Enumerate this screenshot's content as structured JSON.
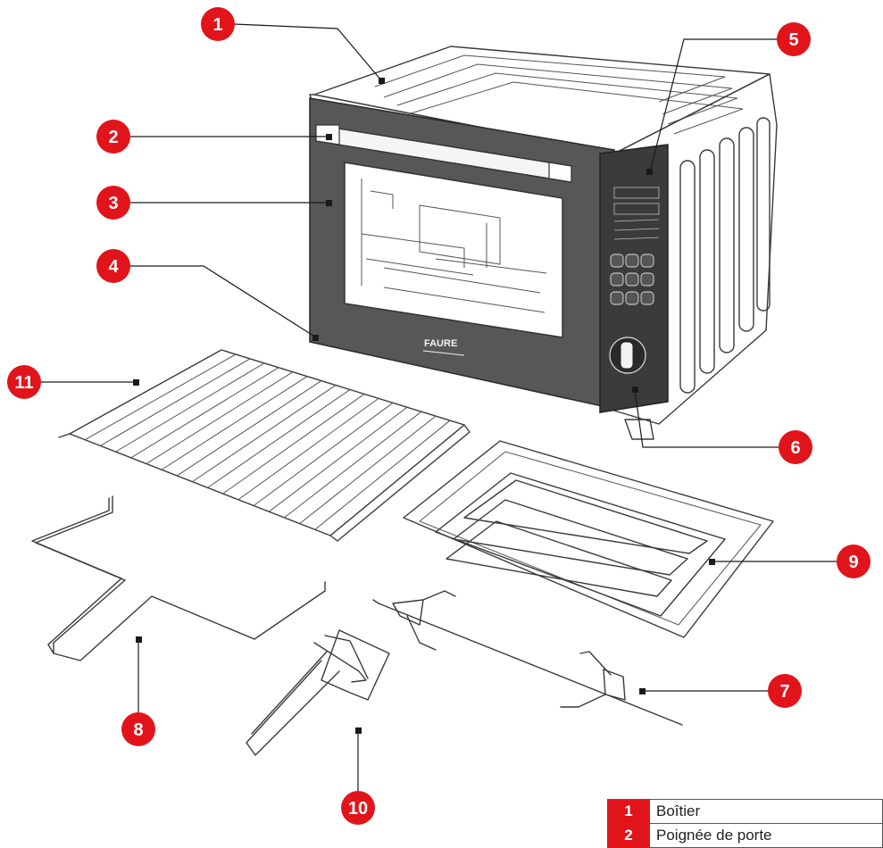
{
  "oven": {
    "brand": "FAURE"
  },
  "callouts": [
    {
      "number": "1"
    },
    {
      "number": "2"
    },
    {
      "number": "3"
    },
    {
      "number": "4"
    },
    {
      "number": "5"
    },
    {
      "number": "6"
    },
    {
      "number": "7"
    },
    {
      "number": "8"
    },
    {
      "number": "9"
    },
    {
      "number": "10"
    },
    {
      "number": "11"
    }
  ],
  "legend": {
    "rows": [
      {
        "number": "1",
        "label": "Boîtier"
      },
      {
        "number": "2",
        "label": "Poignée de porte"
      }
    ]
  },
  "colors": {
    "badge": "#e1141b",
    "door_glass": "#575757",
    "control_panel": "#3b3b3b"
  }
}
